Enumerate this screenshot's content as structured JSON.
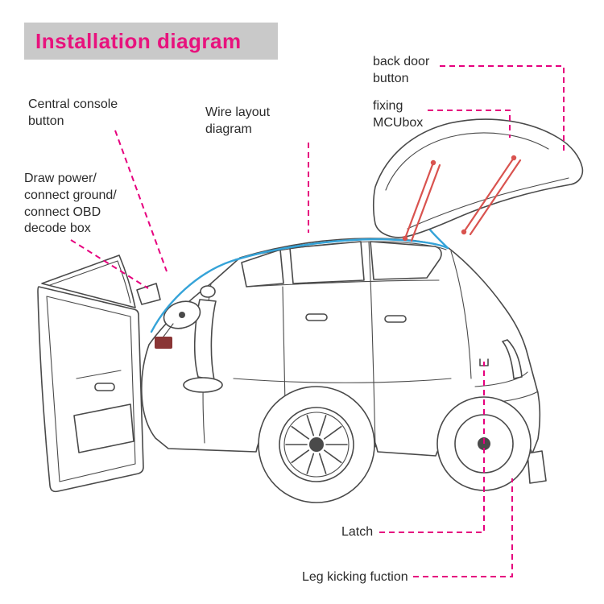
{
  "title": "Installation diagram",
  "labels": {
    "central_console": "Central console\nbutton",
    "draw_power": "Draw power/\nconnect ground/\nconnect OBD\ndecode box",
    "wire_layout": "Wire layout\ndiagram",
    "back_door": "back door\nbutton",
    "fixing_mcu": "fixing\nMCUbox",
    "latch": "Latch",
    "leg_kick": "Leg kicking fuction"
  },
  "colors": {
    "accent": "#e6007e",
    "title_pink": "#e8127d",
    "banner_gray": "#c9c9c9",
    "wire_blue": "#35a3d8",
    "strut_red": "#d9534f",
    "line_dark": "#4a4a4a"
  }
}
